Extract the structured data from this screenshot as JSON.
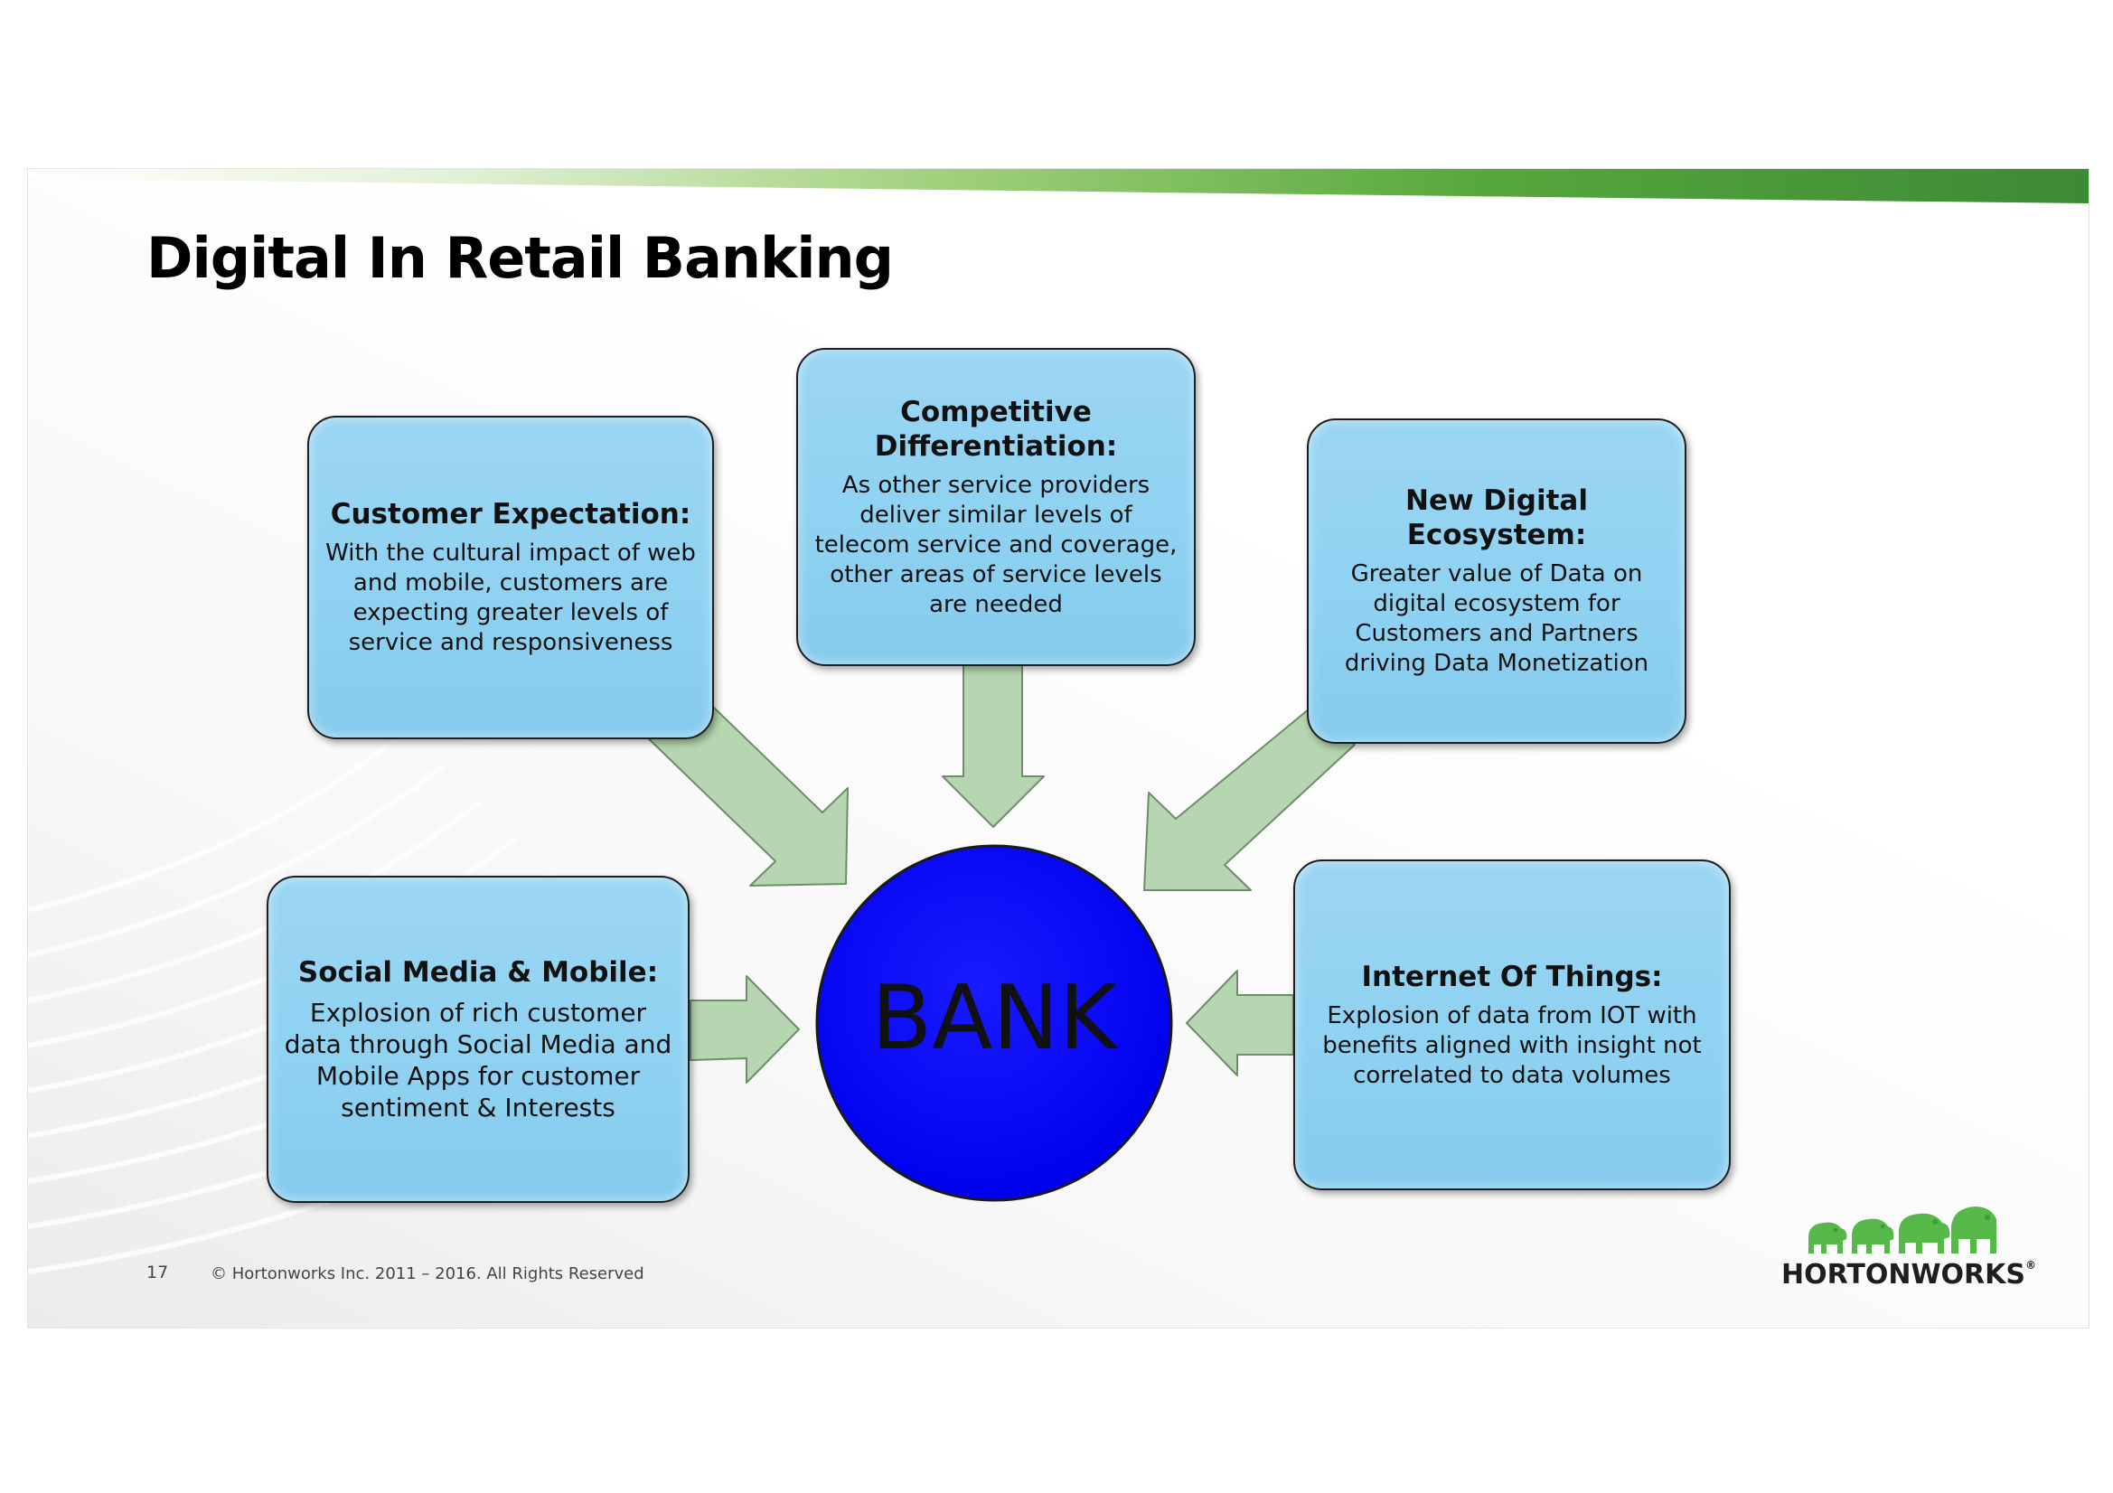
{
  "slide": {
    "title": "Digital In Retail Banking",
    "page_number": "17",
    "copyright": "© Hortonworks Inc. 2011 – 2016. All Rights Reserved"
  },
  "logo": {
    "wordmark": "HORTONWORKS",
    "registered": "®"
  },
  "center": {
    "label": "BANK"
  },
  "boxes": {
    "customer_expectation": {
      "title": "Customer Expectation:",
      "body": "With the cultural impact of web and mobile, customers are expecting greater levels of service and responsiveness"
    },
    "competitive_differentiation": {
      "title": "Competitive Differentiation:",
      "body": "As other service providers deliver similar levels of telecom service and coverage, other areas of service levels are needed"
    },
    "new_digital_ecosystem": {
      "title": "New Digital Ecosystem:",
      "body": "Greater value of Data on digital ecosystem for Customers and Partners driving Data Monetization"
    },
    "social_media_mobile": {
      "title": "Social Media & Mobile:",
      "body": "Explosion of rich customer data through Social Media and Mobile Apps for customer sentiment & Interests"
    },
    "internet_of_things": {
      "title": "Internet Of Things:",
      "body": "Explosion of data from IOT with benefits aligned with insight not correlated to data volumes"
    }
  },
  "colors": {
    "box_fill": "#8ed1f1",
    "box_border": "#1e1e1e",
    "arrow_fill": "#b5d6b0",
    "bank_circle": "#0000ff",
    "bank_text": "#111111",
    "accent_green": "#3f9a3a",
    "logo_green": "#55b848"
  }
}
